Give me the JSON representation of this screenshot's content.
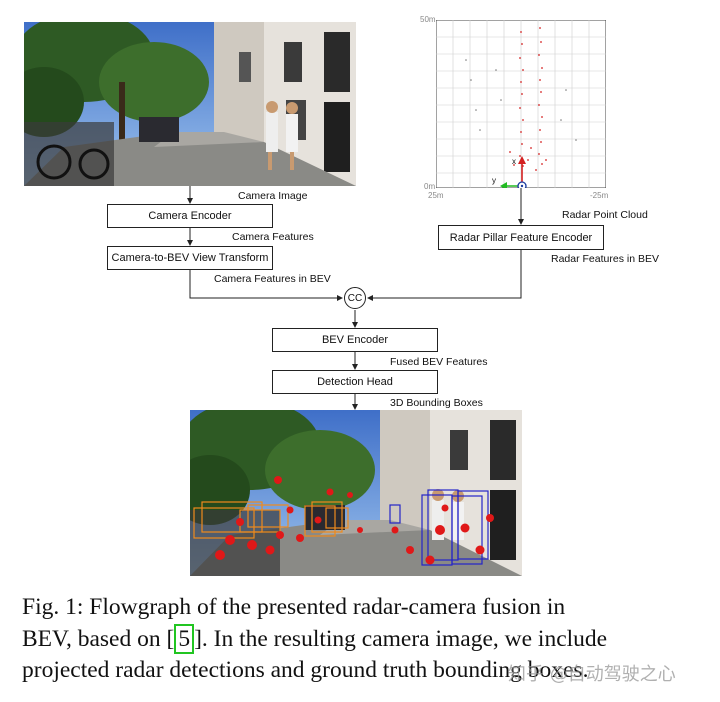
{
  "figure": {
    "nodes": {
      "camera_encoder": "Camera Encoder",
      "view_transform": "Camera-to-BEV View Transform",
      "radar_encoder": "Radar Pillar Feature Encoder",
      "concat": "CC",
      "bev_encoder": "BEV Encoder",
      "detection_head": "Detection Head"
    },
    "edges": {
      "camera_image": "Camera Image",
      "camera_features": "Camera Features",
      "camera_features_bev": "Camera Features in BEV",
      "radar_point_cloud": "Radar Point Cloud",
      "radar_features_bev": "Radar Features in BEV",
      "fused_bev_features": "Fused BEV Features",
      "bounding_boxes": "3D Bounding Boxes"
    },
    "radar_plot": {
      "y_top": "50m",
      "y_bottom": "0m",
      "x_left": "25m",
      "x_right": "-25m",
      "axis_x": "x",
      "axis_y": "y"
    }
  },
  "caption": {
    "line1": "Fig. 1: Flowgraph of the presented radar-camera fusion in",
    "line2_a": "BEV, based on [",
    "line2_cite": "5",
    "line2_b": "]. In the resulting camera image, we include",
    "line3": "projected radar detections and ground truth bounding boxes."
  },
  "watermark": "知乎 @自动驾驶之心",
  "colors": {
    "radar_points": "#d42020",
    "detection_points": "#e01818",
    "boxes_orange": "#f08a1c",
    "boxes_blue": "#2424c8",
    "cite_box": "#21c521"
  }
}
